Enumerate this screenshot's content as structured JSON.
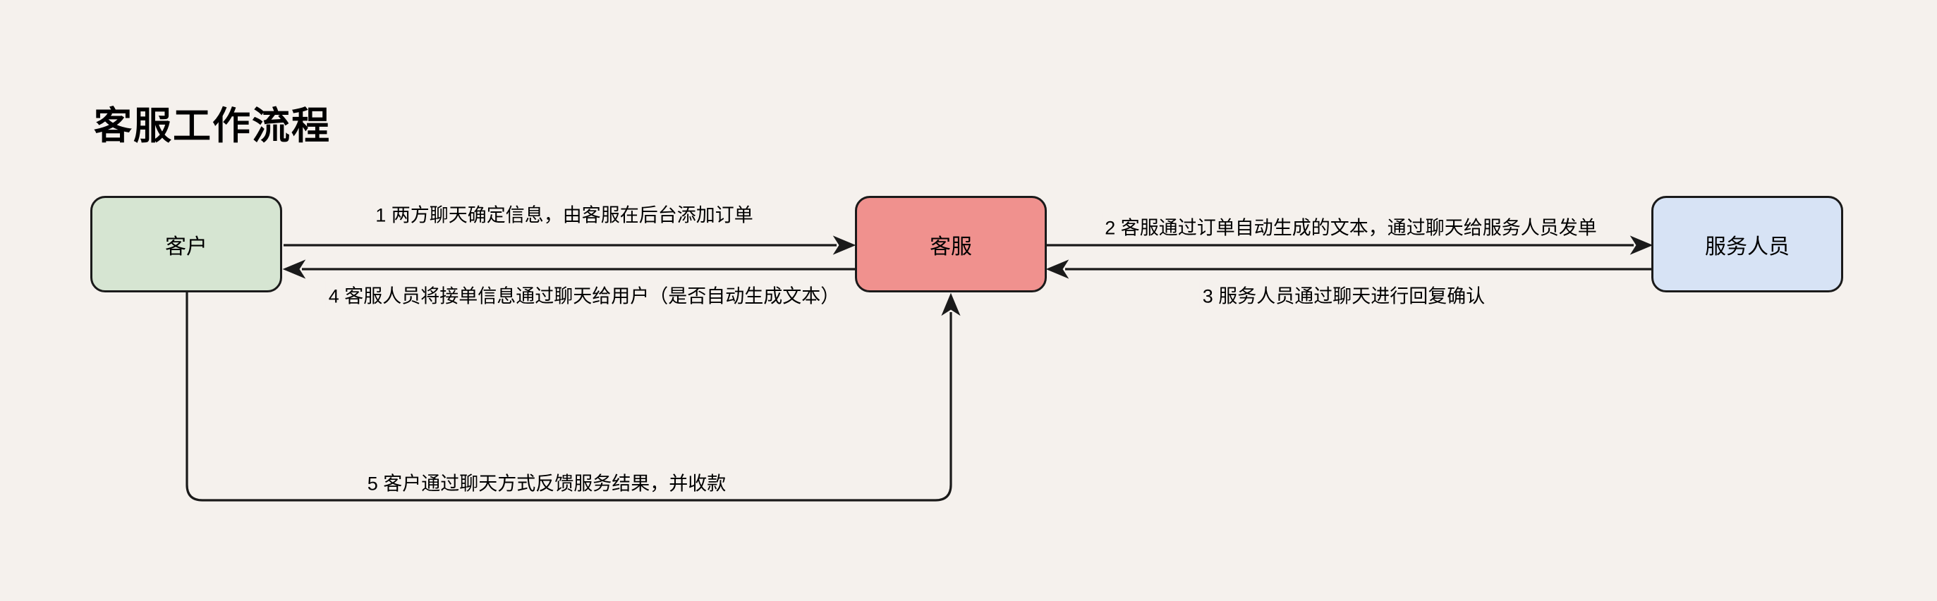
{
  "diagram": {
    "title": "客服工作流程",
    "nodes": [
      {
        "id": "customer",
        "label": "客户"
      },
      {
        "id": "support",
        "label": "客服"
      },
      {
        "id": "staff",
        "label": "服务人员"
      }
    ],
    "edges": [
      {
        "id": "1",
        "from": "customer",
        "to": "support",
        "label": "1 两方聊天确定信息，由客服在后台添加订单"
      },
      {
        "id": "2",
        "from": "support",
        "to": "staff",
        "label": "2 客服通过订单自动生成的文本，通过聊天给服务人员发单"
      },
      {
        "id": "3",
        "from": "staff",
        "to": "support",
        "label": "3 服务人员通过聊天进行回复确认"
      },
      {
        "id": "4",
        "from": "support",
        "to": "customer",
        "label": "4 客服人员将接单信息通过聊天给用户（是否自动生成文本）"
      },
      {
        "id": "5",
        "from": "customer",
        "to": "support",
        "label": "5 客户通过聊天方式反馈服务结果，并收款"
      }
    ]
  },
  "colors": {
    "background": "#f5f1ed",
    "stroke": "#1a1a1a",
    "customer_fill": "#d6e5d2",
    "support_fill": "#f0918e",
    "staff_fill": "#d7e3f5"
  }
}
